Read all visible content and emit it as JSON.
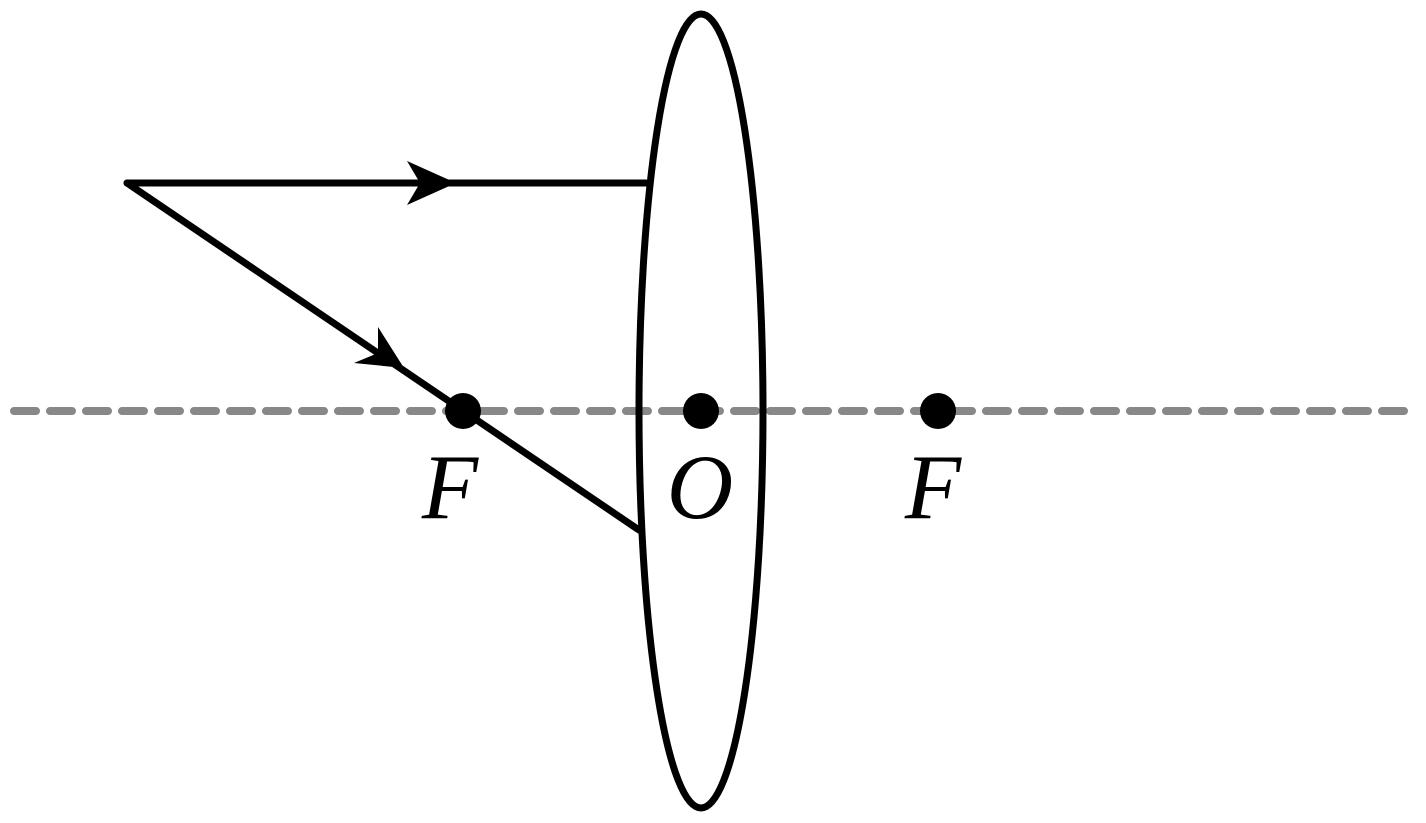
{
  "labels": {
    "focus_left": "F",
    "center": "O",
    "focus_right": "F"
  },
  "colors": {
    "stroke": "#000000",
    "axis": "#888888",
    "background": "#ffffff"
  }
}
